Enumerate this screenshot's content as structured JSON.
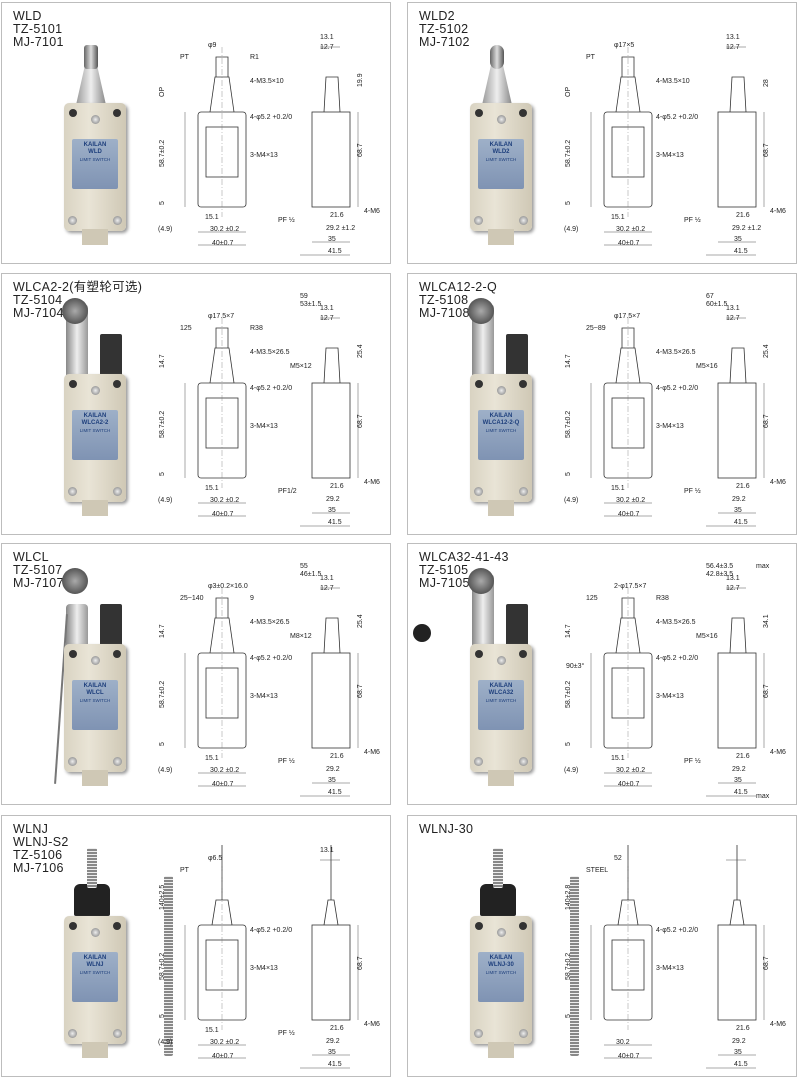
{
  "brand": "KAILAN",
  "label_caption": "LIMIT SWITCH",
  "panels": [
    {
      "lines": [
        "WLD",
        "TZ-5101",
        "MJ-7101"
      ],
      "model": "WLD",
      "actuator": "plunger-icon",
      "front_dims": [
        "PT",
        "φ9",
        "R1",
        "4-M3.5×10",
        "OP",
        "4-φ5.2 +0.2/0",
        "58.7±0.2",
        "3-M4×13",
        "5",
        "15.1",
        "30.2 ±0.2",
        "(4.9)",
        "40±0.7"
      ],
      "side_dims": [
        "13.1",
        "12.7",
        "19.9",
        "68.7",
        "PF ½",
        "21.6",
        "29.2 ±1.2",
        "35",
        "41.5",
        "4-M6"
      ]
    },
    {
      "lines": [
        "WLD2",
        "TZ-5102",
        "MJ-7102"
      ],
      "model": "WLD2",
      "actuator": "roller-plunger-icon",
      "front_dims": [
        "PT",
        "φ17×5",
        "",
        "4-M3.5×10",
        "OP",
        "4-φ5.2 +0.2/0",
        "58.7±0.2",
        "3-M4×13",
        "5",
        "15.1",
        "30.2 ±0.2",
        "(4.9)",
        "40±0.7"
      ],
      "side_dims": [
        "13.1",
        "12.7",
        "28",
        "68.7",
        "PF ½",
        "21.6",
        "29.2 ±1.2",
        "35",
        "41.5",
        "4-M6"
      ]
    },
    {
      "lines": [
        "WLCA2-2(有塑轮可选)",
        "TZ-5104",
        "MJ-7104"
      ],
      "model": "WLCA2-2",
      "actuator": "roller-lever-icon",
      "front_dims": [
        "125",
        "φ17.5×7",
        "R38",
        "4-M3.5×26.5",
        "14.7",
        "4-φ5.2 +0.2/0",
        "58.7±0.2",
        "3-M4×13",
        "5",
        "15.1",
        "30.2 ±0.2",
        "(4.9)",
        "40±0.7"
      ],
      "side_dims": [
        "13.1",
        "12.7",
        "25.4",
        "68.7",
        "PF1/2",
        "21.6",
        "29.2",
        "35",
        "41.5",
        "4-M6",
        "59",
        "53±1.5",
        "M5×12"
      ]
    },
    {
      "lines": [
        "WLCA12-2-Q",
        "TZ-5108",
        "MJ-7108"
      ],
      "model": "WLCA12-2-Q",
      "actuator": "adjustable-roller-lever-icon",
      "front_dims": [
        "25~89",
        "φ17.5×7",
        "",
        "4-M3.5×26.5",
        "14.7",
        "4-φ5.2 +0.2/0",
        "58.7±0.2",
        "3-M4×13",
        "5",
        "15.1",
        "30.2 ±0.2",
        "(4.9)",
        "40±0.7"
      ],
      "side_dims": [
        "13.1",
        "12.7",
        "25.4",
        "68.7",
        "PF ½",
        "21.6",
        "29.2",
        "35",
        "41.5",
        "4-M6",
        "67",
        "60±1.5",
        "M5×16"
      ]
    },
    {
      "lines": [
        "WLCL",
        "TZ-5107",
        "MJ-7107"
      ],
      "model": "WLCL",
      "actuator": "rod-lever-icon",
      "front_dims": [
        "25~140",
        "φ3±0.2×16.0",
        "9",
        "4-M3.5×26.5",
        "14.7",
        "4-φ5.2 +0.2/0",
        "58.7±0.2",
        "3-M4×13",
        "5",
        "15.1",
        "30.2 ±0.2",
        "(4.9)",
        "40±0.7"
      ],
      "side_dims": [
        "13.1",
        "12.7",
        "25.4",
        "68.7",
        "PF ½",
        "21.6",
        "29.2",
        "35",
        "41.5",
        "4-M6",
        "55",
        "46±1.5",
        "M8×12"
      ]
    },
    {
      "lines": [
        "WLCA32-41-43",
        "TZ-5105",
        "MJ-7105"
      ],
      "model": "WLCA32",
      "actuator": "fork-lever-icon",
      "front_dims": [
        "125",
        "2-φ17.5×7",
        "R38",
        "4-M3.5×26.5",
        "14.7",
        "4-φ5.2 +0.2/0",
        "58.7±0.2",
        "3-M4×13",
        "5",
        "15.1",
        "30.2 ±0.2",
        "(4.9)",
        "40±0.7"
      ],
      "side_dims": [
        "13.1",
        "12.7",
        "34.1",
        "68.7",
        "PF ½",
        "21.6",
        "29.2",
        "35",
        "41.5",
        "4-M6",
        "56.4±3.5",
        "42.8±3.5",
        "M5×16",
        "max",
        "max",
        "90±3°"
      ]
    },
    {
      "lines": [
        "WLNJ",
        "WLNJ-S2",
        "TZ-5106",
        "MJ-7106"
      ],
      "model": "WLNJ",
      "actuator": "spring-rod-icon",
      "front_dims": [
        "PT",
        "φ6.5",
        "",
        "",
        "140±2.5",
        "4-φ5.2 +0.2/0",
        "58.7±0.2",
        "3-M4×13",
        "5",
        "15.1",
        "30.2 ±0.2",
        "(4.9)",
        "40±0.7"
      ],
      "side_dims": [
        "13.1",
        "",
        "",
        "68.7",
        "PF ½",
        "21.6",
        "29.2",
        "35",
        "41.5",
        "4-M6"
      ]
    },
    {
      "lines": [
        "WLNJ-30"
      ],
      "model": "WLNJ-30",
      "actuator": "spring-rod-icon",
      "front_dims": [
        "STEEL",
        "52",
        "",
        "",
        "140±2.8",
        "4-φ5.2 +0.2/0",
        "58.7±0.2",
        "3-M4×13",
        "5",
        "",
        "30.2",
        "",
        "40±0.7"
      ],
      "side_dims": [
        "",
        "",
        "",
        "68.7",
        "",
        "21.6",
        "29.2",
        "35",
        "41.5",
        "4-M6"
      ]
    }
  ]
}
